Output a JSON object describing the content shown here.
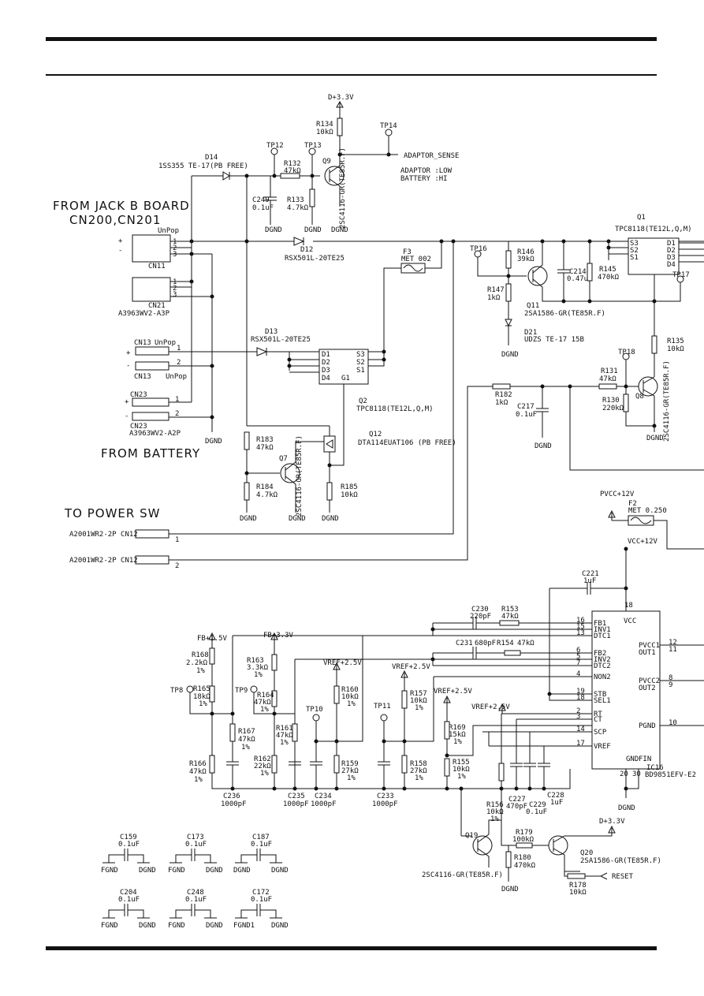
{
  "headings": {
    "from_jack": "FROM JACK B BOARD",
    "from_jack_cn": "CN200,CN201",
    "from_battery": "FROM BATTERY",
    "to_power_sw": "TO POWER SW"
  },
  "nets": {
    "d33": "D+3.3V",
    "d33b": "D+3.3V",
    "adaptor_sense": "ADAPTOR_SENSE",
    "adaptor_low": "ADAPTOR :LOW",
    "battery_hi": "BATTERY :HI",
    "pvcc": "PVCC+12V",
    "vcc": "VCC+12V",
    "fb15": "FB+1.5V",
    "fb33": "FB+3.3V",
    "vref1": "VREF+2.5V",
    "vref2": "VREF+2.5V",
    "vref3": "VREF+2.5V",
    "vref4": "VREF+2.5V",
    "reset": "RESET"
  },
  "connectors": {
    "cn11": "CN11",
    "cn21": "CN21",
    "cn21_part": "A3963WV2-A3P",
    "cn13": "CN13",
    "cn13b": "CN13",
    "cn23": "CN23",
    "cn23b": "CN23",
    "cn23_part": "A3963WV2-A2P",
    "cn12a": "A2001WR2-2P CN12",
    "cn12b": "A2001WR2-2P CN12",
    "unpop": "UnPop"
  },
  "parts": {
    "d14": "D14",
    "d14_val": "1SS355 TE-17(PB FREE)",
    "d12": "D12",
    "d12_val": "RSX501L-20TE25",
    "d13": "D13",
    "d13_val": "RSX501L-20TE25",
    "f3": "F3",
    "f3_val": "MET 002",
    "f2": "F2",
    "f2_val": "MET 0.250",
    "r134": "R134",
    "r134_val": "10kΩ",
    "r132": "R132",
    "r132_val": "47kΩ",
    "r133": "R133",
    "r133_val": "4.7kΩ",
    "c249": "C249",
    "c249_val": "0.1uF",
    "q9": "Q9",
    "q9_val": "2SC4116-GR(TE85R.F)",
    "tp12": "TP12",
    "tp13": "TP13",
    "tp14": "TP14",
    "tp16": "TP16",
    "tp17": "TP17",
    "tp18": "TP18",
    "q1": "Q1",
    "q1_val": "TPC8118(TE12L,Q,M)",
    "q2": "Q2",
    "q2_val": "TPC8118(TE12L,Q,M)",
    "r146": "R146",
    "r146_val": "39kΩ",
    "r145": "R145",
    "r145_val": "470kΩ",
    "c214": "C214",
    "c214_val": "0.47uF",
    "r147": "R147",
    "r147_val": "1kΩ",
    "q11": "Q11",
    "q11_val": "2SA1586-GR(TE85R.F)",
    "d21": "D21",
    "d21_val": "UDZS TE-17 15B",
    "r135": "R135",
    "r135_val": "10kΩ",
    "r131": "R131",
    "r131_val": "47kΩ",
    "r130": "R130",
    "r130_val": "220kΩ",
    "q8": "Q8",
    "q8_val": "2SC4116-GR(TE85R.F)",
    "r182": "R182",
    "r182_val": "1kΩ",
    "c217": "C217",
    "c217_val": "0.1uF",
    "r183": "R183",
    "r183_val": "47kΩ",
    "r184": "R184",
    "r184_val": "4.7kΩ",
    "q7": "Q7",
    "q7_val": "2SC4116-GR(TE85R.F)",
    "r185": "R185",
    "r185_val": "10kΩ",
    "q12": "Q12",
    "q12_val": "DTA114EUAT106 (PB FREE)",
    "c221": "C221",
    "c221_val": "1uF",
    "c230": "C230",
    "c230_val": "220pF",
    "r153": "R153",
    "r153_val": "47kΩ",
    "c231": "C231",
    "c231_val": "680pF",
    "r154": "R154",
    "r154_val": "47kΩ",
    "r168": "R168",
    "r168_val": "2.2kΩ",
    "r168_tol": "1%",
    "r165": "R165",
    "r165_val": "18kΩ",
    "r165_tol": "1%",
    "r167": "R167",
    "r167_val": "47kΩ",
    "r167_tol": "1%",
    "r166": "R166",
    "r166_val": "47kΩ",
    "r166_tol": "1%",
    "r163": "R163",
    "r163_val": "3.3kΩ",
    "r163_tol": "1%",
    "r164": "R164",
    "r164_val": "47kΩ",
    "r164_tol": "1%",
    "r161": "R161",
    "r161_val": "47kΩ",
    "r161_tol": "1%",
    "r162": "R162",
    "r162_val": "22kΩ",
    "r162_tol": "1%",
    "r160": "R160",
    "r160_val": "10kΩ",
    "r160_tol": "1%",
    "r159": "R159",
    "r159_val": "27kΩ",
    "r159_tol": "1%",
    "r157": "R157",
    "r157_val": "10kΩ",
    "r157_tol": "1%",
    "r158": "R158",
    "r158_val": "27kΩ",
    "r158_tol": "1%",
    "r169": "R169",
    "r169_val": "15kΩ",
    "r169_tol": "1%",
    "r155": "R155",
    "r155_val": "10kΩ",
    "r155_tol": "1%",
    "r156": "R156",
    "r156_val": "10kΩ",
    "r156_tol": "1%",
    "tp8": "TP8",
    "tp9": "TP9",
    "tp10": "TP10",
    "tp11": "TP11",
    "c236": "C236",
    "c236_val": "1000pF",
    "c235": "C235",
    "c235_val": "1000pF",
    "c234": "C234",
    "c234_val": "1000pF",
    "c233": "C233",
    "c233_val": "1000pF",
    "c227": "C227",
    "c227_val": "470pF",
    "c229": "C229",
    "c229_val": "0.1uF",
    "c228": "C228",
    "c228_val": "1uF",
    "ic16": "IC16",
    "ic16_val": "BD9851EFV-E2",
    "q19": "Q19",
    "q19_val": "2SC4116-GR(TE85R.F)",
    "r179": "R179",
    "r179_val": "100kΩ",
    "r180": "R180",
    "r180_val": "470kΩ",
    "q20": "Q20",
    "q20_val": "2SA1586-GR(TE85R.F)",
    "r178": "R178",
    "r178_val": "10kΩ",
    "c159": "C159",
    "c159_val": "0.1uF",
    "c173": "C173",
    "c173_val": "0.1uF",
    "c187": "C187",
    "c187_val": "0.1uF",
    "c204": "C204",
    "c204_val": "0.1uF",
    "c248": "C248",
    "c248_val": "0.1uF",
    "c172": "C172",
    "c172_val": "0.1uF"
  },
  "ic_pins": {
    "left": [
      "FB1",
      "INV1",
      "DTC1",
      "FB2",
      "INV2",
      "DTC2",
      "NON2",
      "STB",
      "SEL1",
      "RT",
      "CT",
      "SCP",
      "VREF"
    ],
    "left_num": [
      "16",
      "15",
      "13",
      "6",
      "5",
      "7",
      "4",
      "19",
      "18",
      "2",
      "3",
      "14",
      "17"
    ],
    "right": [
      "PVCC1",
      "OUT1",
      "PVCC2",
      "OUT2",
      "PGND"
    ],
    "right_num": [
      "12",
      "11",
      "8",
      "9",
      "10"
    ],
    "top": "VCC",
    "top_num": "18",
    "bottom": [
      "GND",
      "FIN"
    ],
    "bottom_num": [
      "20",
      "30"
    ]
  },
  "grounds": {
    "dgnd": "DGND",
    "fgnd": "FGND",
    "fgnd1": "FGND1"
  }
}
